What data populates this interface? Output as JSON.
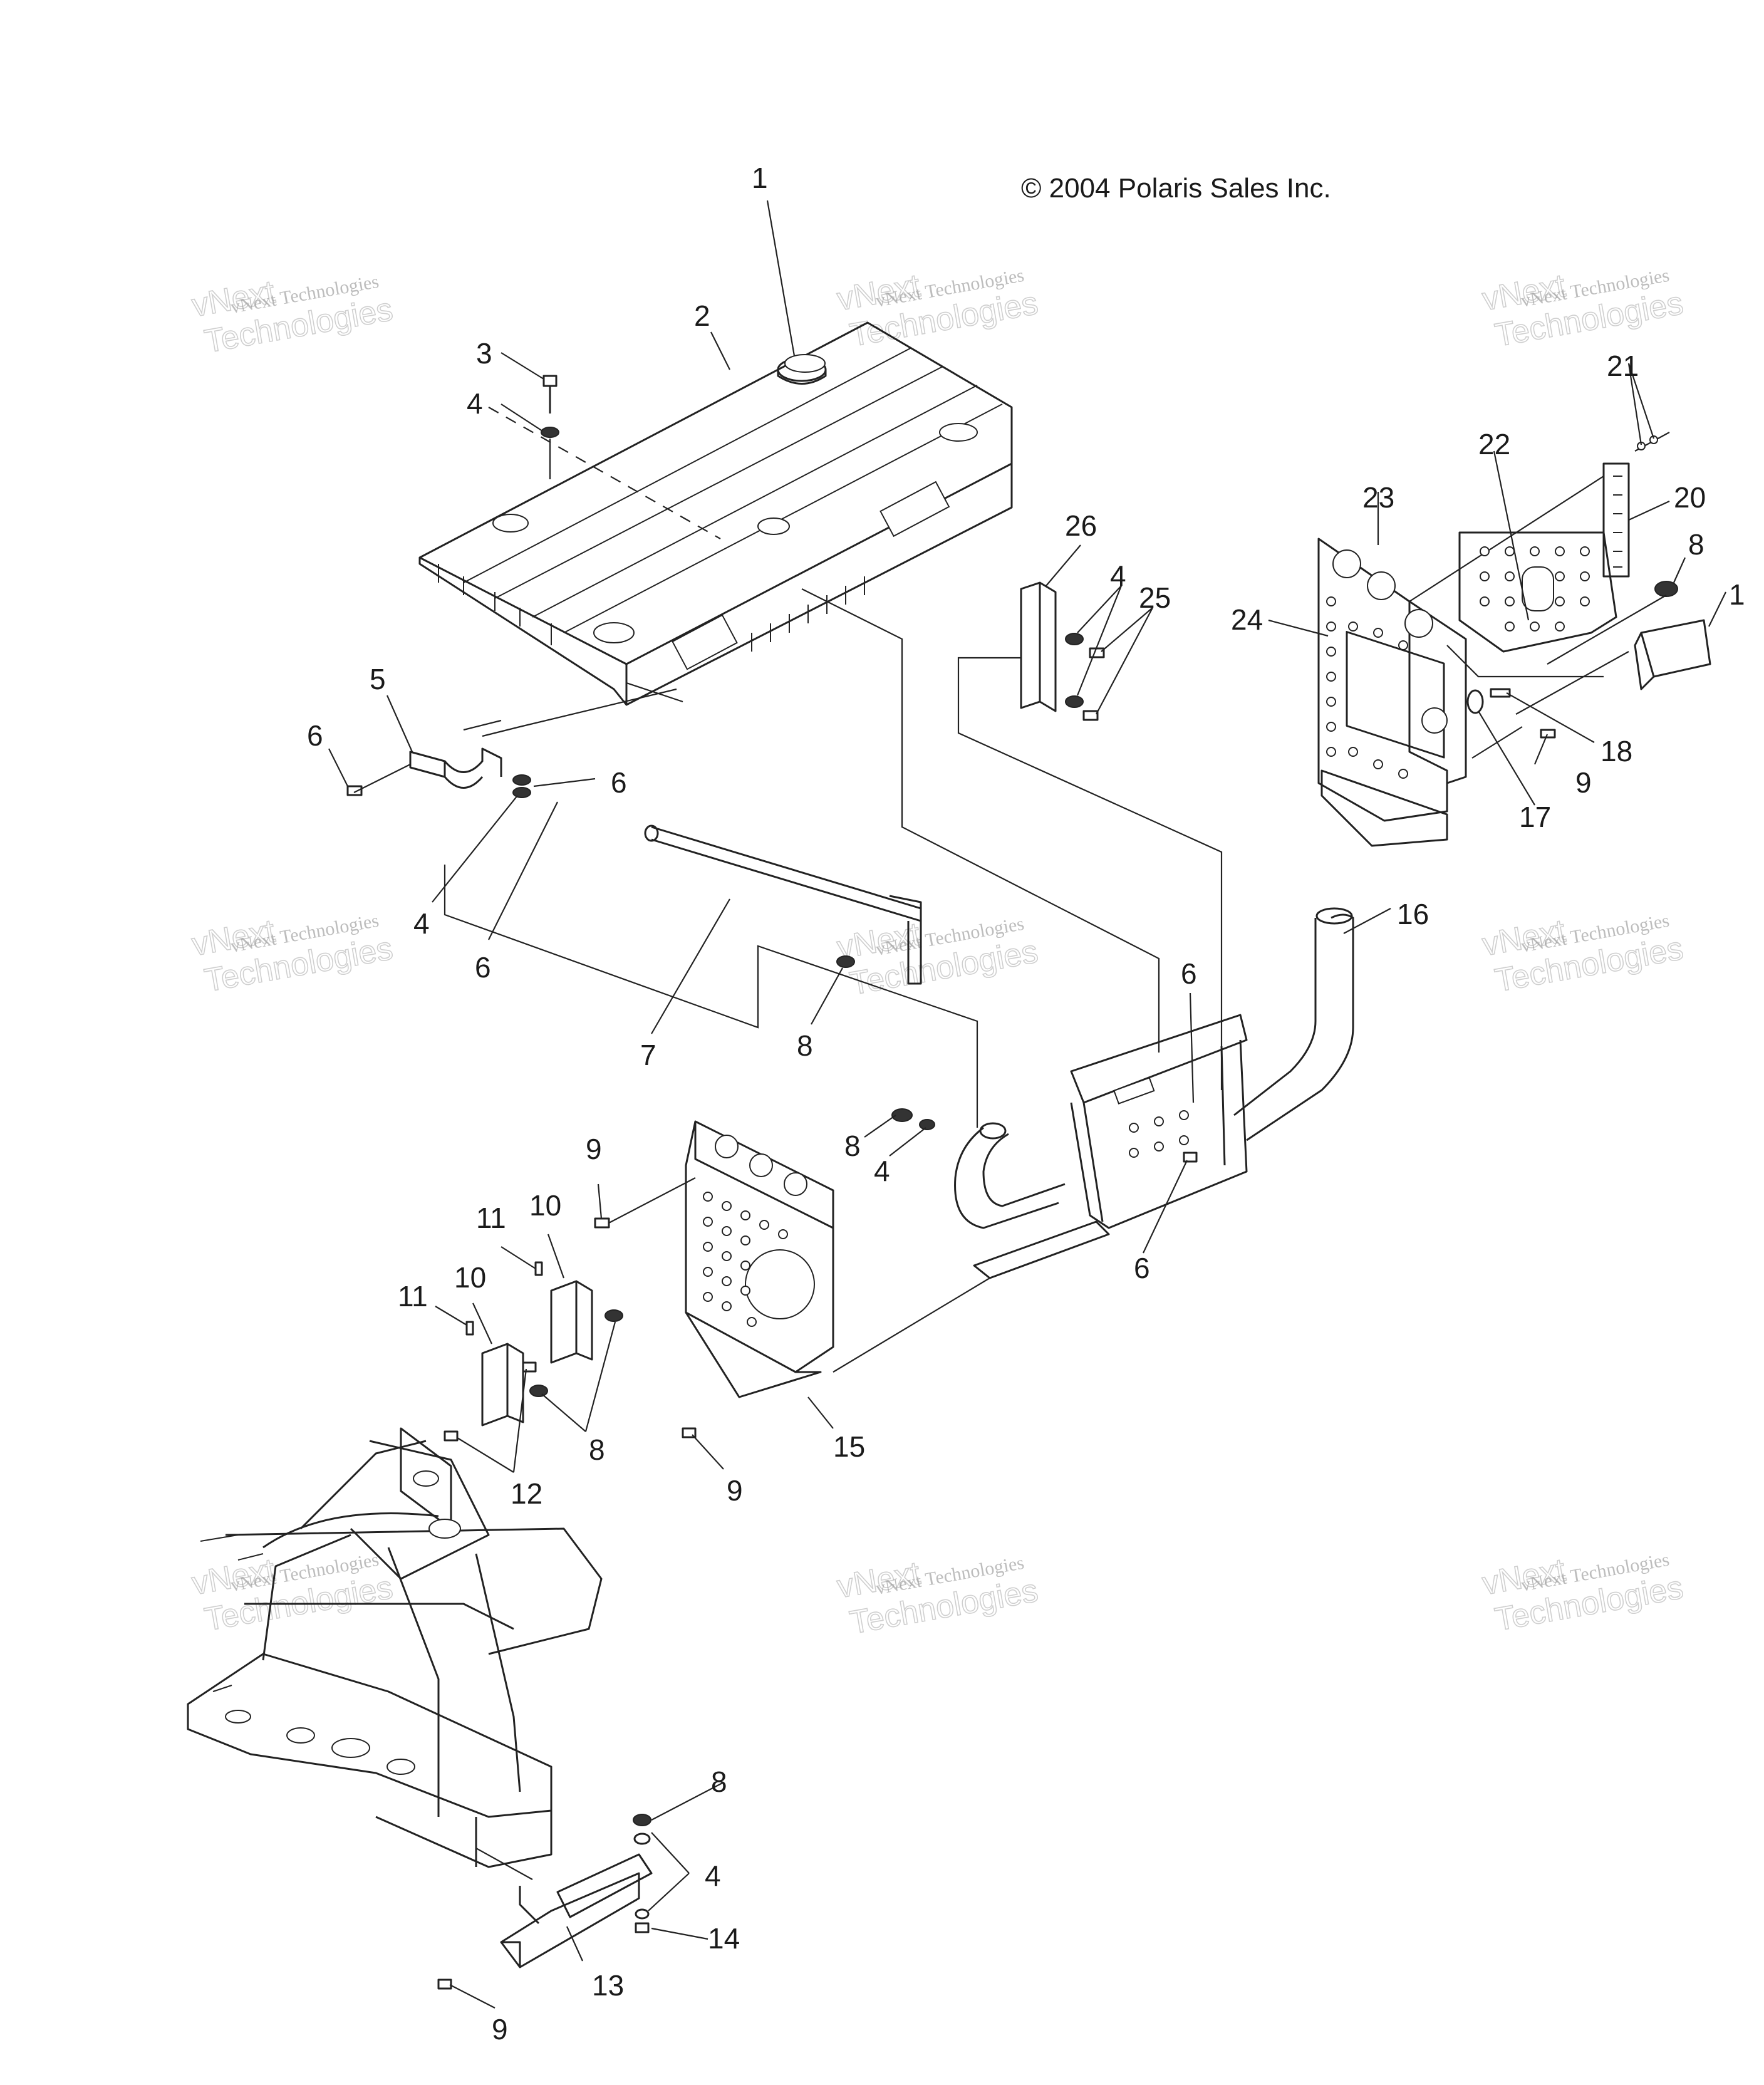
{
  "copyright": "© 2004 Polaris Sales Inc.",
  "watermark": {
    "line1": "vNext Technologies",
    "line2": "vNext",
    "line3": "Technologies"
  },
  "callouts": [
    "1",
    "2",
    "3",
    "4",
    "5",
    "6",
    "6",
    "4",
    "6",
    "7",
    "8",
    "26",
    "4",
    "25",
    "16",
    "6",
    "8",
    "4",
    "6",
    "9",
    "15",
    "9",
    "11",
    "10",
    "11",
    "10",
    "8",
    "12",
    "22",
    "23",
    "21",
    "20",
    "8",
    "1",
    "24",
    "18",
    "9",
    "17",
    "8",
    "4",
    "14",
    "9",
    "13"
  ]
}
